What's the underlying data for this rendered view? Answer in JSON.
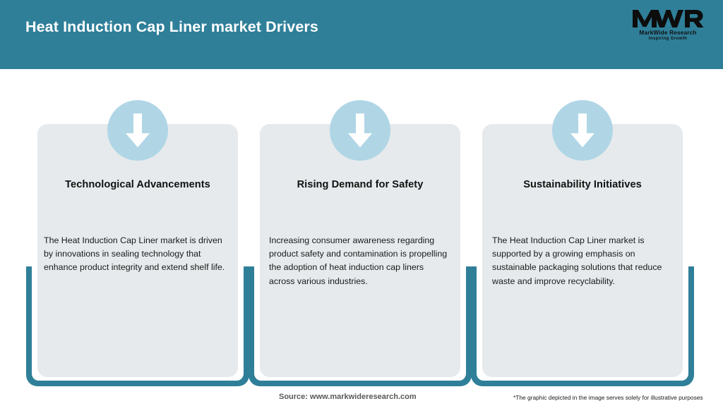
{
  "header": {
    "title": "Heat Induction Cap Liner market Drivers",
    "background_color": "#2f7f99",
    "title_color": "#ffffff"
  },
  "logo": {
    "mark": "MWR",
    "name": "MarkWide Research",
    "tagline": "Inspiring Growth"
  },
  "theme": {
    "teal": "#2f7f99",
    "card_gray": "#e6eaec",
    "circle_blue": "#b0d6e6",
    "arrow_white": "#ffffff"
  },
  "cards": [
    {
      "icon": "arrow-down-icon",
      "title": "Technological Advancements",
      "body": "The Heat Induction Cap Liner market is driven by innovations in sealing technology that enhance product integrity and extend shelf life."
    },
    {
      "icon": "arrow-down-icon",
      "title": "Rising Demand for Safety",
      "body": "Increasing consumer awareness regarding product safety and contamination is propelling the adoption of heat induction cap liners across various industries."
    },
    {
      "icon": "arrow-down-icon",
      "title": "Sustainability Initiatives",
      "body": "The Heat Induction Cap Liner market is supported by a growing emphasis on sustainable packaging solutions that reduce waste and improve recyclability."
    }
  ],
  "footer": {
    "source": "Source: www.markwideresearch.com",
    "disclaimer": "*The graphic depicted in the image serves solely for illustrative purposes"
  }
}
